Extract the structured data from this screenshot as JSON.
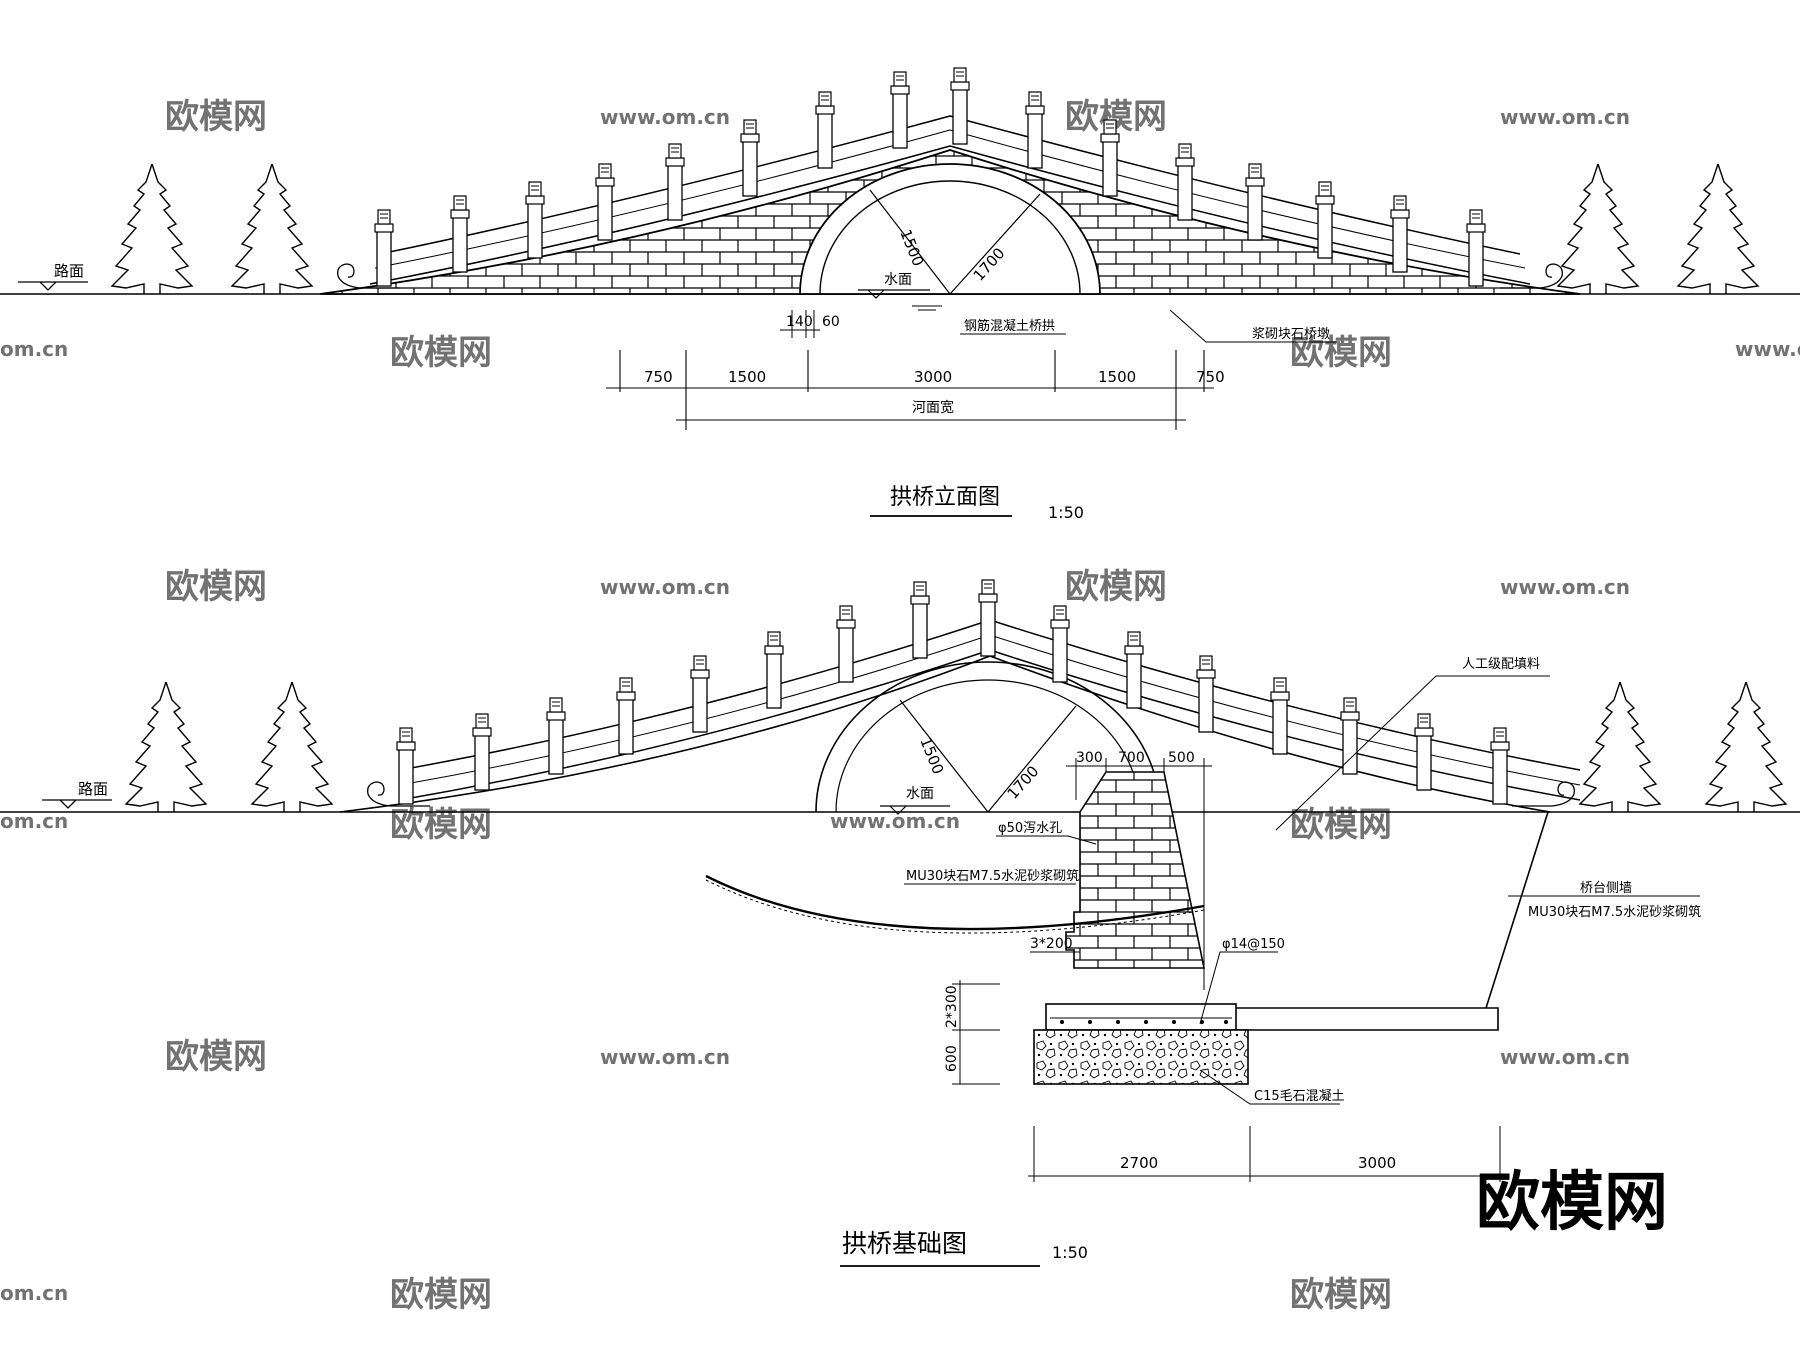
{
  "watermarks": {
    "brand": "欧模网",
    "url": "www.om.cn",
    "url_short": "om.cn",
    "big_logo": "欧模网"
  },
  "elevation": {
    "title": "拱桥立面图",
    "scale": "1:50",
    "road_label": "路面",
    "water_label": "水面",
    "radius_inner": "1500",
    "radius_outer": "1700",
    "dim_140": "140",
    "dim_60": "60",
    "arch_label": "钢筋混凝土桥拱",
    "pier_label": "浆砌块石桥墩",
    "dims": [
      "750",
      "1500",
      "3000",
      "1500",
      "750"
    ],
    "river_width": "河面宽"
  },
  "foundation": {
    "title": "拱桥基础图",
    "scale": "1:50",
    "road_label": "路面",
    "water_label": "水面",
    "radius_inner": "1500",
    "radius_outer": "1700",
    "top_dims": [
      "300",
      "700",
      "500"
    ],
    "fill_label": "人工级配填料",
    "drain_label": "φ50泻水孔",
    "masonry_label": "MU30块石M7.5水泥砂浆砌筑",
    "side_wall_label": "桥台侧墙",
    "side_wall_masonry": "MU30块石M7.5水泥砂浆砌筑",
    "step_label": "3*200",
    "rebar_label": "φ14@150",
    "height_dim_1": "2*300",
    "height_dim_2": "600",
    "concrete_label": "C15毛石混凝土",
    "bottom_dims": [
      "2700",
      "3000"
    ]
  },
  "colors": {
    "line": "#000000",
    "watermark": "#cfcfcf",
    "big_logo": "#222222"
  }
}
